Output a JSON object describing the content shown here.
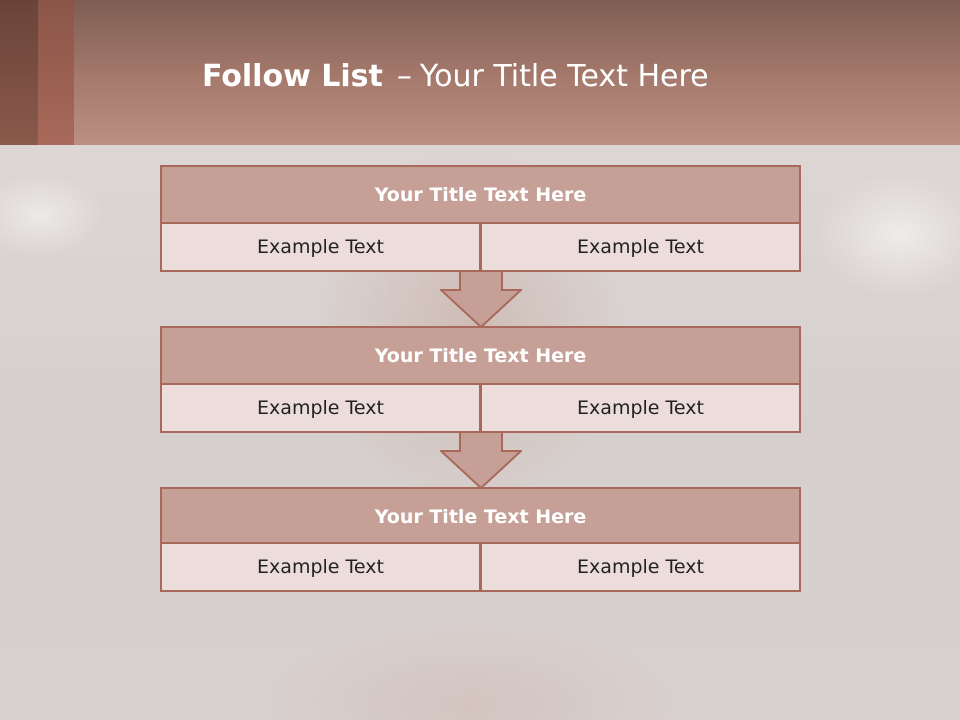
{
  "header": {
    "title_bold": "Follow List",
    "title_sep": "–",
    "title_rest": "Your Title Text Here"
  },
  "blocks": [
    {
      "title": "Your Title Text Here",
      "left": "Example Text",
      "right": "Example Text"
    },
    {
      "title": "Your Title Text Here",
      "left": "Example Text",
      "right": "Example Text"
    },
    {
      "title": "Your Title Text Here",
      "left": "Example Text",
      "right": "Example Text"
    }
  ],
  "colors": {
    "header": "#a67a6d",
    "title_box": "#c6a096",
    "cell_box": "#ecdcdb",
    "border": "#a8685a"
  },
  "icons": [
    "down-arrow-icon"
  ]
}
